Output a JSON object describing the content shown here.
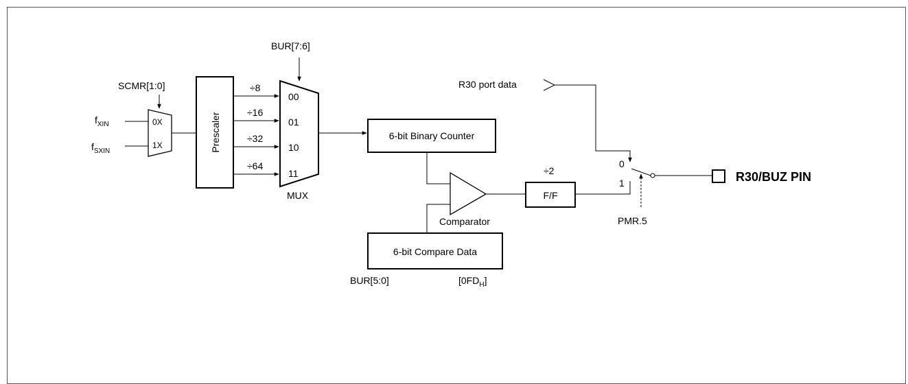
{
  "diagram": {
    "mux_select_top": "BUR[7:6]",
    "mux_select_left": "SCMR[1:0]",
    "input_fxin": "f",
    "input_fxin_sub": "XIN",
    "input_fsxin": "f",
    "input_fsxin_sub": "SXIN",
    "small_mux_in0": "0X",
    "small_mux_in1": "1X",
    "prescaler": "Prescaler",
    "div8": "÷8",
    "div16": "÷16",
    "div32": "÷32",
    "div64": "÷64",
    "mux_in_00": "00",
    "mux_in_01": "01",
    "mux_in_10": "10",
    "mux_in_11": "11",
    "mux_label": "MUX",
    "counter": "6-bit Binary Counter",
    "comparator": "Comparator",
    "compare_data": "6-bit Compare Data",
    "bur_bits": "BUR[5:0]",
    "address": "[0FD",
    "address_sub": "H",
    "address_end": "]",
    "div2": "÷2",
    "flipflop": "F/F",
    "port_data": "R30 port data",
    "switch_0": "0",
    "switch_1": "1",
    "pmr": "PMR.5",
    "pin": "R30/BUZ PIN"
  }
}
